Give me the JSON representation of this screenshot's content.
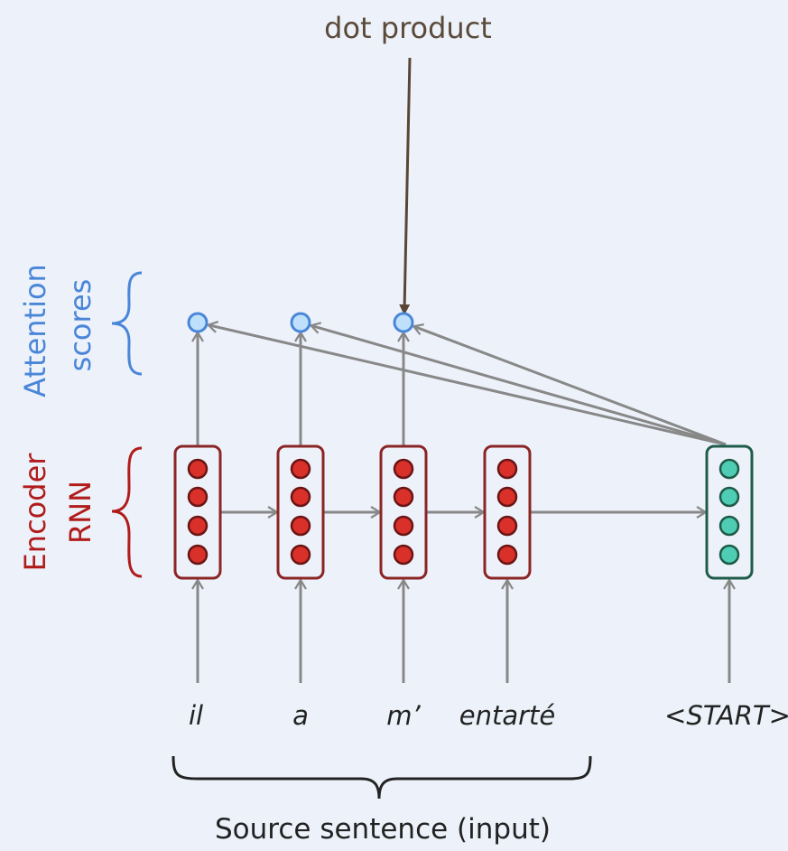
{
  "title": "dot product",
  "labels": {
    "attention": "Attention",
    "scores": "scores",
    "encoder": "Encoder",
    "rnn": "RNN",
    "source": "Source sentence (input)"
  },
  "encoder_words": [
    "il",
    "a",
    "m’",
    "entarté"
  ],
  "decoder_word": "<START>",
  "neurons_per_cell": 4,
  "colors": {
    "background": "#edf2fa",
    "title_text": "#5a4a3a",
    "dot_arrow": "#5a4636",
    "arrow": "#888888",
    "attention": "#4a86d8",
    "attention_fill": "#bfe0fb",
    "encoder": "#b01c1c",
    "encoder_fill": "#d9302a",
    "encoder_outline": "#6a1515",
    "encoder_box": "#8b2525",
    "decoder_box": "#1f5c4a",
    "decoder_fill": "#4ecdb4",
    "decoder_outline": "#1e5a48",
    "text": "#222222"
  }
}
